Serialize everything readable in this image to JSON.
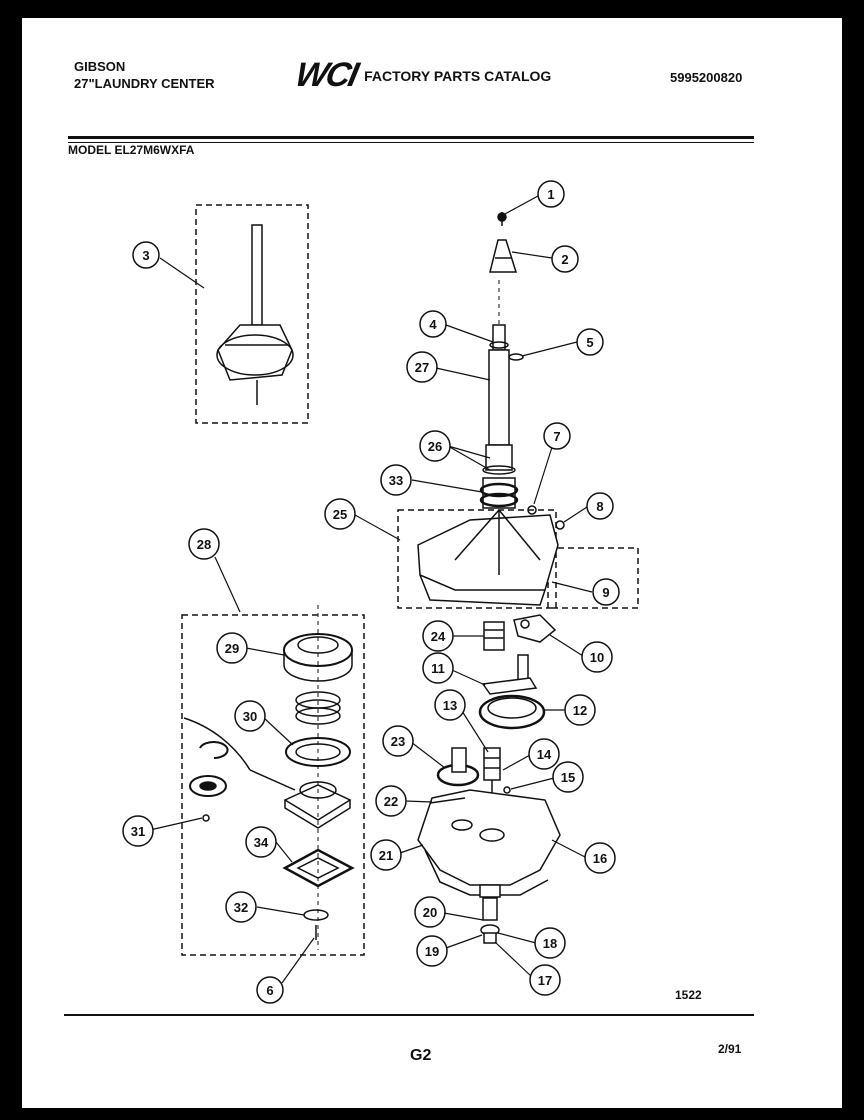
{
  "header": {
    "brand_line1": "GIBSON",
    "brand_line2": "27\"LAUNDRY CENTER",
    "logo_text": "WCI",
    "catalog_title": "FACTORY PARTS CATALOG",
    "catalog_number": "5995200820",
    "model_line": "MODEL EL27M6WXFA"
  },
  "footer": {
    "reference_number": "1522",
    "page_label": "G2",
    "date": "2/91"
  },
  "callouts": [
    "1",
    "2",
    "3",
    "4",
    "5",
    "6",
    "7",
    "8",
    "9",
    "10",
    "11",
    "12",
    "13",
    "14",
    "15",
    "16",
    "17",
    "18",
    "19",
    "20",
    "21",
    "22",
    "23",
    "24",
    "25",
    "26",
    "27",
    "28",
    "29",
    "30",
    "31",
    "32",
    "33",
    "34"
  ]
}
